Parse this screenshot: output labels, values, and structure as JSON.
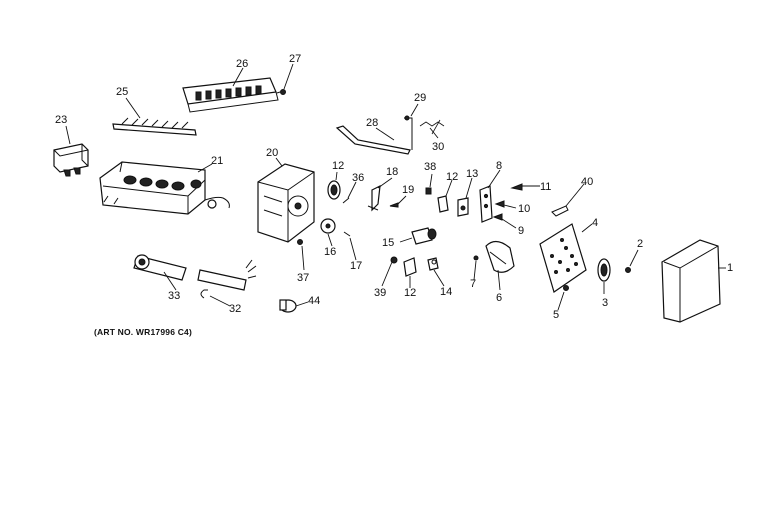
{
  "caption": "(ART NO. WR17996 C4)",
  "labels": {
    "n1": "1",
    "n2": "2",
    "n3": "3",
    "n4": "4",
    "n5": "5",
    "n6": "6",
    "n7": "7",
    "n8": "8",
    "n9": "9",
    "n10": "10",
    "n11": "11",
    "n12a": "12",
    "n12b": "12",
    "n12c": "12",
    "n13": "13",
    "n14": "14",
    "n15": "15",
    "n16": "16",
    "n17": "17",
    "n18": "18",
    "n19": "19",
    "n20": "20",
    "n21": "21",
    "n23": "23",
    "n25": "25",
    "n26": "26",
    "n27": "27",
    "n28": "28",
    "n29": "29",
    "n30": "30",
    "n32": "32",
    "n33": "33",
    "n36": "36",
    "n37": "37",
    "n38": "38",
    "n39": "39",
    "n40": "40",
    "n44": "44"
  }
}
